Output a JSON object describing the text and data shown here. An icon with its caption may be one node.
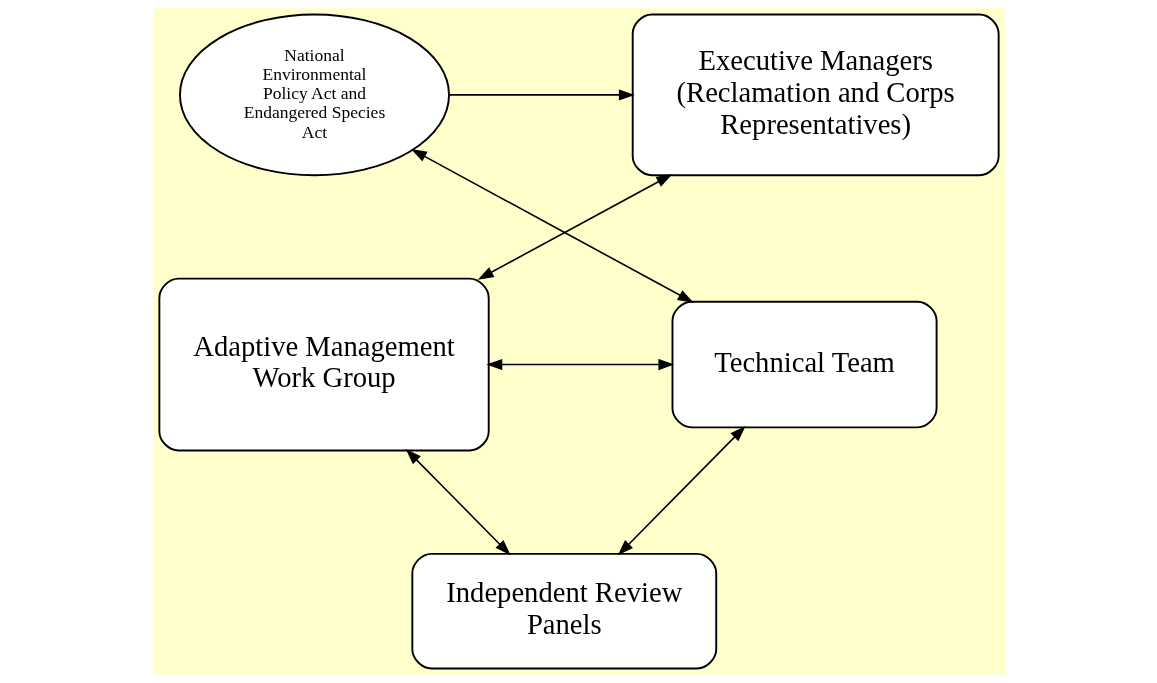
{
  "diagram": {
    "nodes": [
      {
        "text": [
          "Executive Managers (Reclamation and Corps Representatives)"
        ]
      },
      {
        "text": [
          "National Environmental Policy Act and Endangered Species Act"
        ]
      },
      {
        "text": [
          "Adaptive Management Work Group"
        ]
      },
      {
        "text": [
          "Technical Team"
        ]
      },
      {
        "text": [
          "Independent Review Panels"
        ]
      }
    ],
    "edges": [
      {
        "from": 1,
        "to": 0,
        "arrow": "to"
      },
      {
        "from": 0,
        "to": 2,
        "arrow": "both"
      },
      {
        "from": 3,
        "to": 1,
        "arrow": "both"
      },
      {
        "from": 2,
        "to": 3,
        "arrow": "both"
      },
      {
        "from": 2,
        "to": 4,
        "arrow": "both"
      },
      {
        "from": 3,
        "to": 4,
        "arrow": "both"
      }
    ]
  }
}
